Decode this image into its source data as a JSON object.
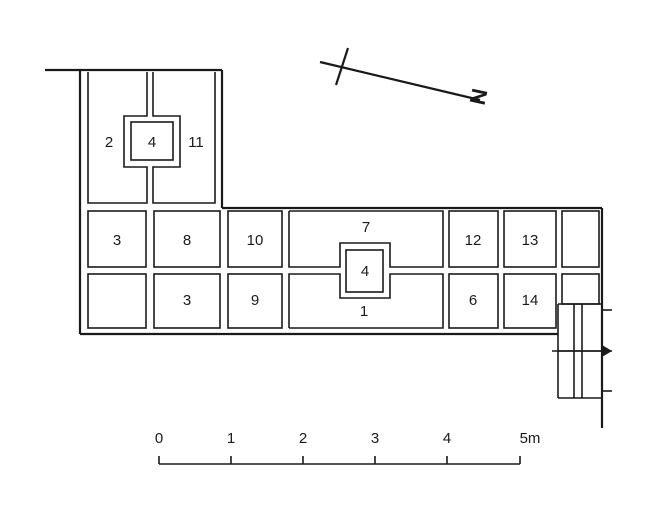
{
  "plan": {
    "room_labels": {
      "r2": "2",
      "r4a": "4",
      "r11": "11",
      "r3a": "3",
      "r8": "8",
      "r10": "10",
      "r7": "7",
      "r4b": "4",
      "r12": "12",
      "r13": "13",
      "r3b": "3",
      "r9": "9",
      "r1": "1",
      "r6": "6",
      "r14": "14"
    },
    "north_arrow_letter": "N"
  },
  "scale_bar": {
    "ticks": [
      "0",
      "1",
      "2",
      "3",
      "4",
      "5m"
    ]
  }
}
